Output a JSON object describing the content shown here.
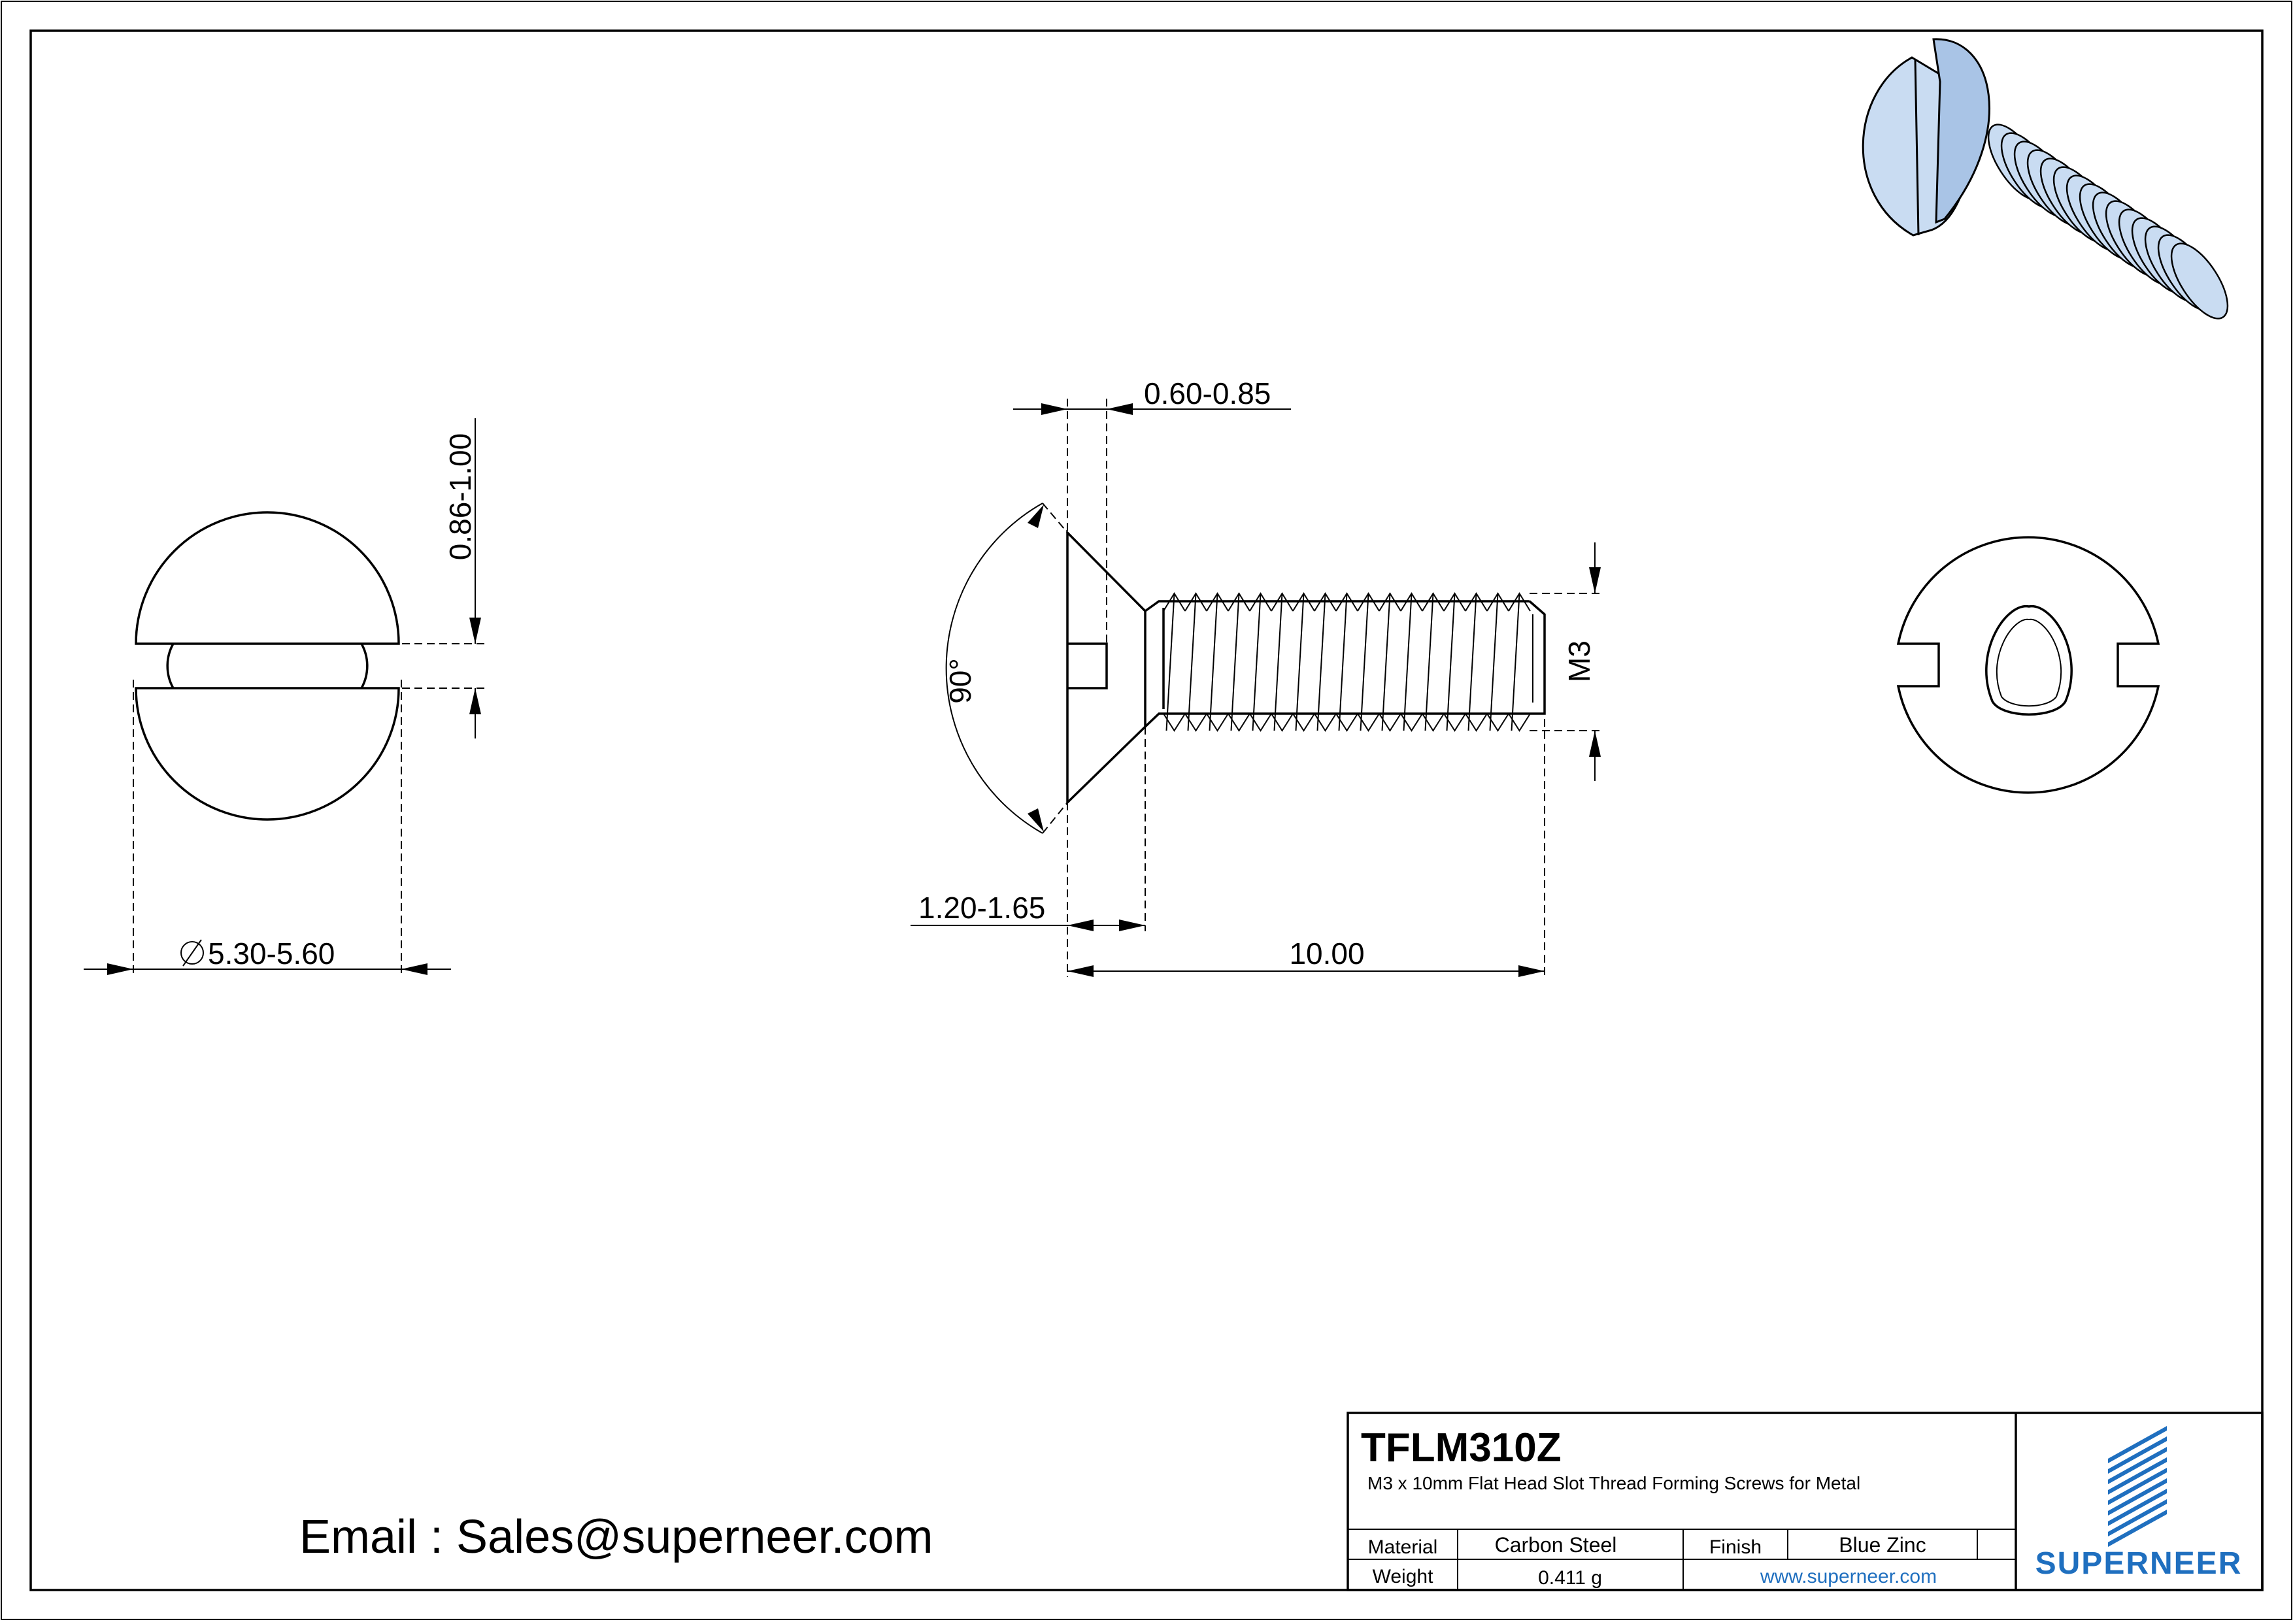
{
  "drawing": {
    "part_number": "TFLM310Z",
    "description": "M3 x 10mm Flat Head Slot Thread Forming Screws for Metal",
    "email": "Email : Sales@superneer.com",
    "table": {
      "material_label": "Material",
      "material_value": "Carbon Steel",
      "finish_label": "Finish",
      "finish_value": "Blue Zinc",
      "weight_label": "Weight",
      "weight_value": "0.411 g",
      "website": "www.superneer.com"
    },
    "brand": "SUPERNEER"
  },
  "dimensions": {
    "head_diameter": "5.30-5.60",
    "slot_depth": "0.86-1.00",
    "slot_width": "0.60-0.85",
    "head_height": "1.20-1.65",
    "length": "10.00",
    "angle": "90°",
    "thread": "M3"
  },
  "colors": {
    "line": "#000000",
    "screw_3d_fill": "#c9dcf2",
    "screw_3d_dark": "#7f9fc8",
    "brand_blue": "#1f6fbf"
  }
}
